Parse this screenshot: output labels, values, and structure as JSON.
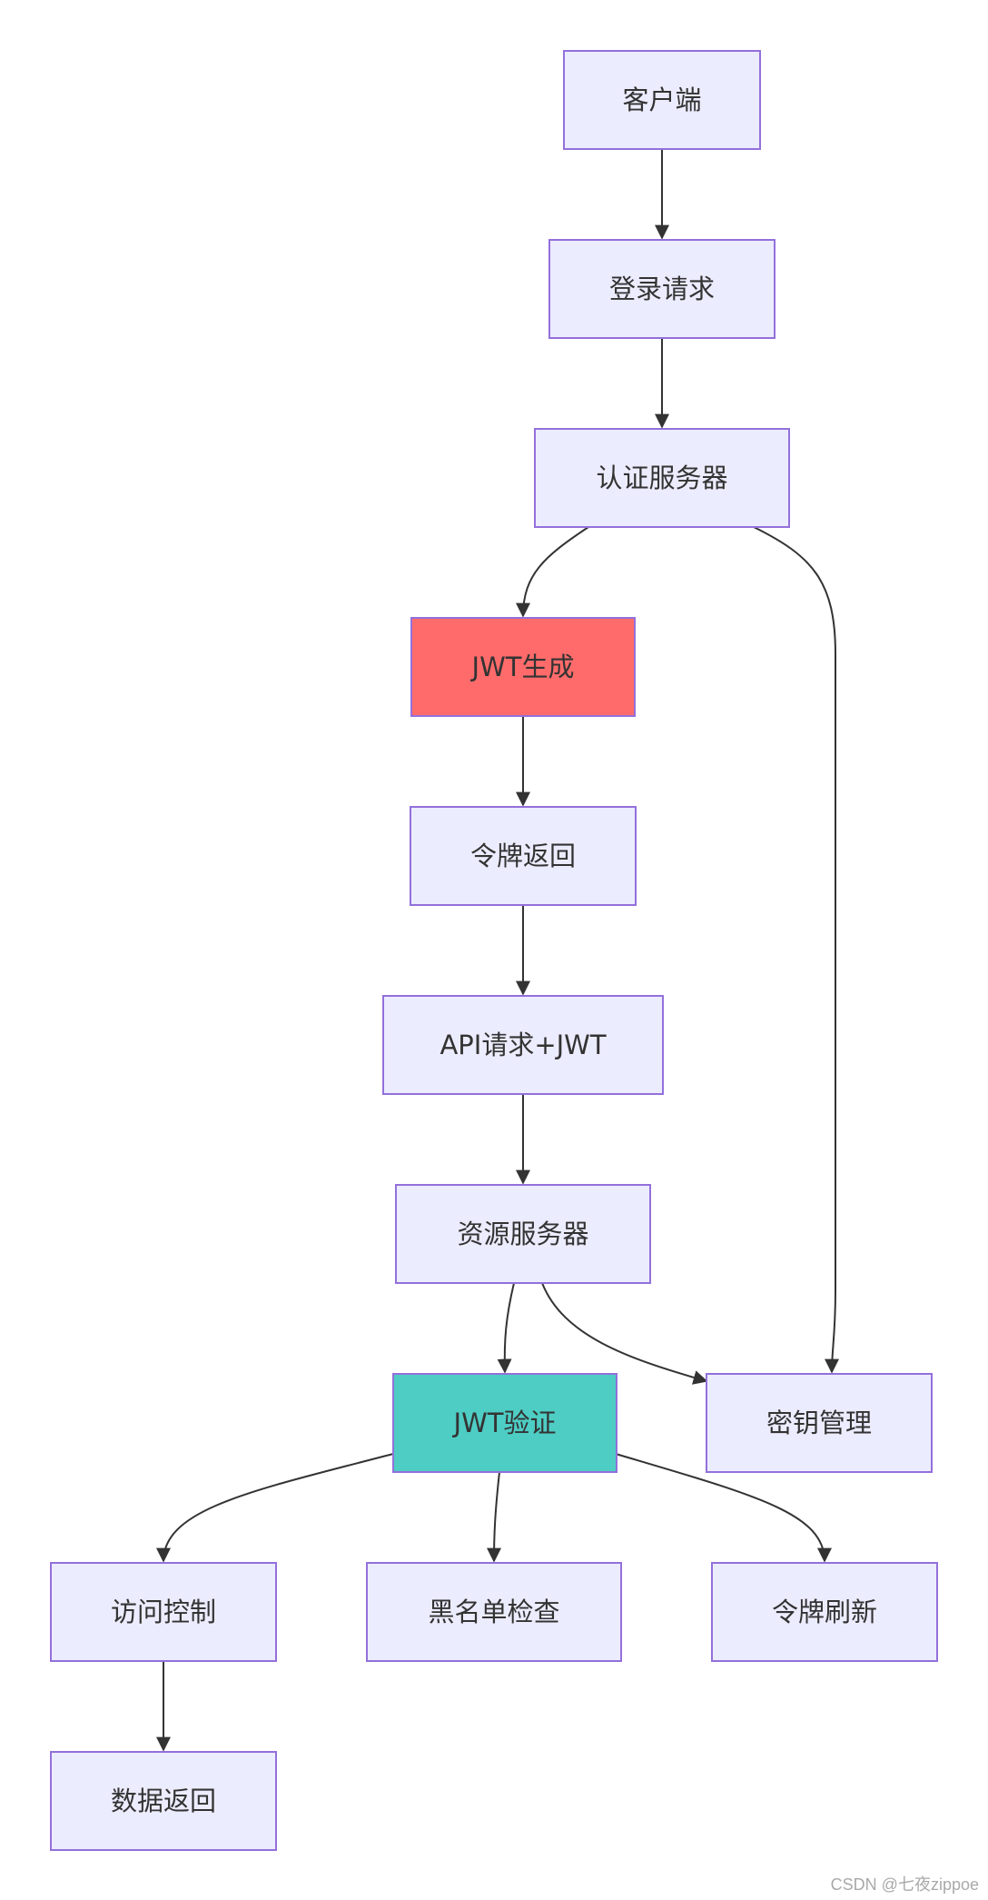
{
  "nodes": {
    "client": "客户端",
    "login": "登录请求",
    "auth": "认证服务器",
    "jwt_gen": "JWT生成",
    "token_return": "令牌返回",
    "api_req": "API请求+JWT",
    "resource": "资源服务器",
    "key_mgmt": "密钥管理",
    "jwt_verify": "JWT验证",
    "access": "访问控制",
    "blacklist": "黑名单检查",
    "refresh": "令牌刷新",
    "data_return": "数据返回"
  },
  "watermark": "CSDN @七夜zippoe",
  "colors": {
    "node_fill": "#ECECFF",
    "node_stroke": "#9370DB",
    "jwt_gen_fill": "#FF6B6B",
    "jwt_verify_fill": "#4ECDC4",
    "edge": "#333333"
  }
}
